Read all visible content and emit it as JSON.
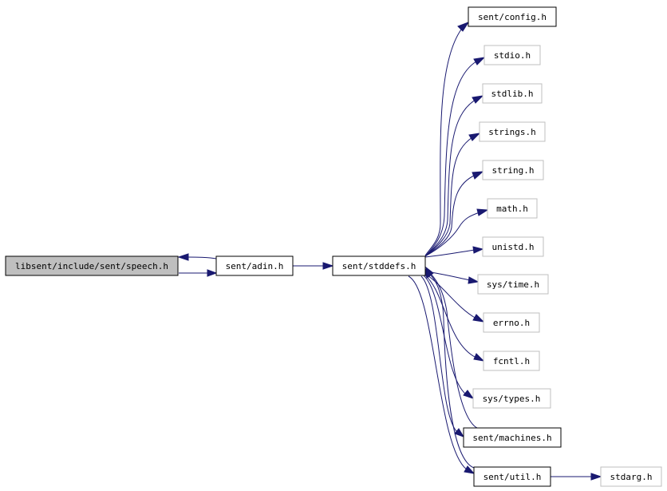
{
  "nodes": [
    {
      "id": "speech",
      "label": "libsent/include/sent/speech.h"
    },
    {
      "id": "adin",
      "label": "sent/adin.h"
    },
    {
      "id": "stddefs",
      "label": "sent/stddefs.h"
    },
    {
      "id": "config",
      "label": "sent/config.h"
    },
    {
      "id": "stdio",
      "label": "stdio.h"
    },
    {
      "id": "stdlib",
      "label": "stdlib.h"
    },
    {
      "id": "strings",
      "label": "strings.h"
    },
    {
      "id": "string",
      "label": "string.h"
    },
    {
      "id": "math",
      "label": "math.h"
    },
    {
      "id": "unistd",
      "label": "unistd.h"
    },
    {
      "id": "systime",
      "label": "sys/time.h"
    },
    {
      "id": "errno",
      "label": "errno.h"
    },
    {
      "id": "fcntl",
      "label": "fcntl.h"
    },
    {
      "id": "systypes",
      "label": "sys/types.h"
    },
    {
      "id": "machines",
      "label": "sent/machines.h"
    },
    {
      "id": "util",
      "label": "sent/util.h"
    },
    {
      "id": "stdarg",
      "label": "stdarg.h"
    }
  ],
  "edges": [
    {
      "from": "speech",
      "to": "adin"
    },
    {
      "from": "adin",
      "to": "speech"
    },
    {
      "from": "adin",
      "to": "stddefs"
    },
    {
      "from": "stddefs",
      "to": "config"
    },
    {
      "from": "stddefs",
      "to": "stdio"
    },
    {
      "from": "stddefs",
      "to": "stdlib"
    },
    {
      "from": "stddefs",
      "to": "strings"
    },
    {
      "from": "stddefs",
      "to": "string"
    },
    {
      "from": "stddefs",
      "to": "math"
    },
    {
      "from": "stddefs",
      "to": "unistd"
    },
    {
      "from": "stddefs",
      "to": "systime"
    },
    {
      "from": "stddefs",
      "to": "errno"
    },
    {
      "from": "stddefs",
      "to": "fcntl"
    },
    {
      "from": "stddefs",
      "to": "systypes"
    },
    {
      "from": "stddefs",
      "to": "machines"
    },
    {
      "from": "stddefs",
      "to": "util"
    },
    {
      "from": "machines",
      "to": "stddefs"
    },
    {
      "from": "util",
      "to": "stddefs"
    },
    {
      "from": "util",
      "to": "stdarg"
    }
  ],
  "colors": {
    "edge": "#191970",
    "root_fill": "#bfbfbf",
    "node_border": "#000000",
    "system_node_border": "#bfbfbf"
  }
}
